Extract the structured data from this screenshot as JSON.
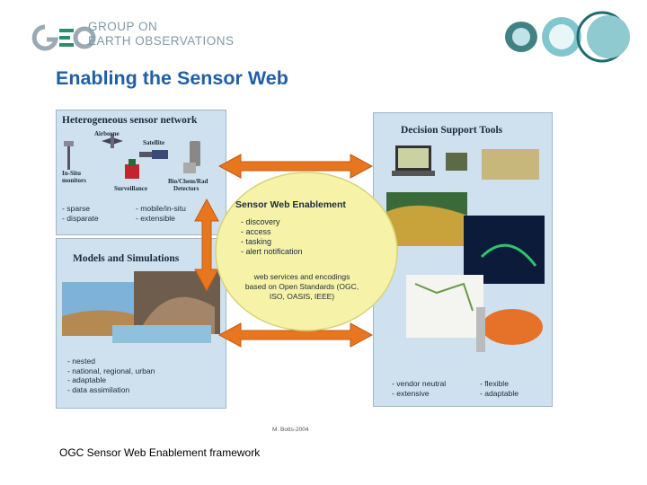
{
  "header": {
    "logo_line1": "GROUP ON",
    "logo_line2": "EARTH OBSERVATIONS",
    "title": "Enabling the Sensor Web"
  },
  "diagram": {
    "sensor_network": {
      "title": "Heterogeneous sensor network",
      "labels": {
        "airborne": "Airborne",
        "satellite": "Satellite",
        "in_situ_1": "In-Situ",
        "in_situ_2": "monitors",
        "surveillance": "Surveillance",
        "bio_1": "Bio/Chem/Rad",
        "bio_2": "Detectors"
      },
      "bullets_left": "- sparse\n- disparate",
      "bullets_right": "- mobile/in-situ\n- extensible"
    },
    "models": {
      "title": "Models and Simulations",
      "bullets": "- nested\n- national, regional, urban\n- adaptable\n- data assimilation"
    },
    "decision": {
      "title": "Decision Support Tools",
      "bullets_left": "- vendor neutral\n- extensive",
      "bullets_right": "- flexible\n- adaptable"
    },
    "swe": {
      "title": "Sensor Web Enablement",
      "bullets": "- discovery\n- access\n- tasking\n- alert notification",
      "services": "web services and encodings based on Open Standards (OGC, ISO, OASIS, IEEE)"
    },
    "credit": "M. Botts-2004"
  },
  "caption": "OGC Sensor Web Enablement framework",
  "colors": {
    "title": "#1f5fa8",
    "panel": "#cfe1ee",
    "ellipse": "#f6f3a8",
    "arrow": "#e8761e"
  }
}
